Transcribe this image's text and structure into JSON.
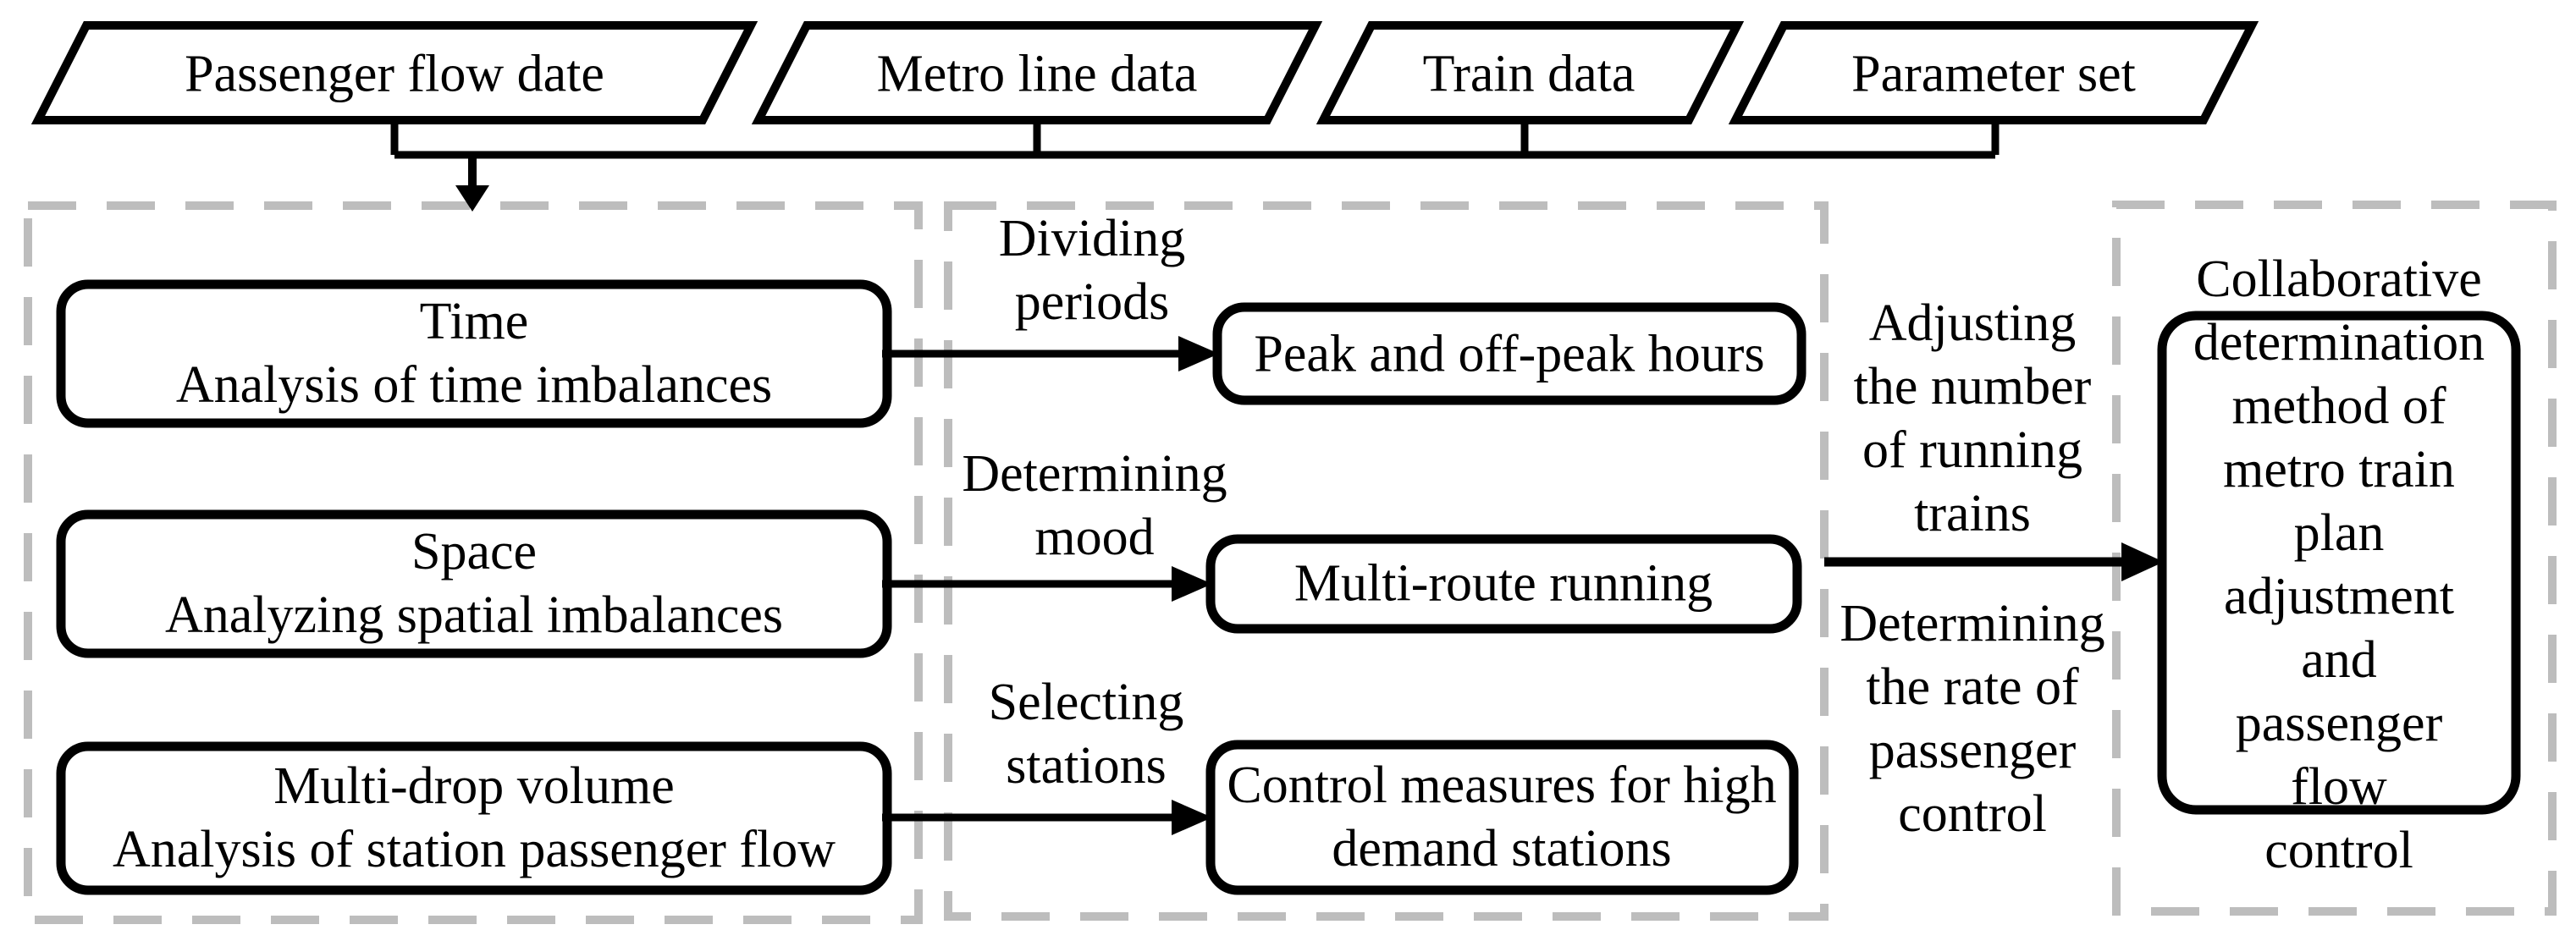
{
  "diagram": {
    "inputs": [
      {
        "label": "Passenger flow date"
      },
      {
        "label": "Metro line data"
      },
      {
        "label": "Train data"
      },
      {
        "label": "Parameter set"
      }
    ],
    "analysis_nodes": [
      {
        "label": "Time\nAnalysis of time imbalances"
      },
      {
        "label": "Space\nAnalyzing spatial imbalances"
      },
      {
        "label": "Multi-drop volume\nAnalysis of station passenger flow"
      }
    ],
    "process_labels": [
      {
        "label": "Dividing\nperiods"
      },
      {
        "label": "Determining\nmood"
      },
      {
        "label": "Selecting\nstations"
      }
    ],
    "strategy_nodes": [
      {
        "label": "Peak and off-peak hours"
      },
      {
        "label": "Multi-route running"
      },
      {
        "label": "Control measures for high\ndemand stations"
      }
    ],
    "decision_labels": [
      {
        "label": "Adjusting\nthe number\nof running\ntrains"
      },
      {
        "label": "Determining\nthe rate of\npassenger\ncontrol"
      }
    ],
    "output_node": {
      "label": "Collaborative\ndetermination\nmethod of\nmetro train plan\nadjustment and\npassenger flow\ncontrol"
    },
    "colors": {
      "line": "#000000",
      "dashed_border": "#bdbdbd",
      "background": "#ffffff"
    }
  }
}
